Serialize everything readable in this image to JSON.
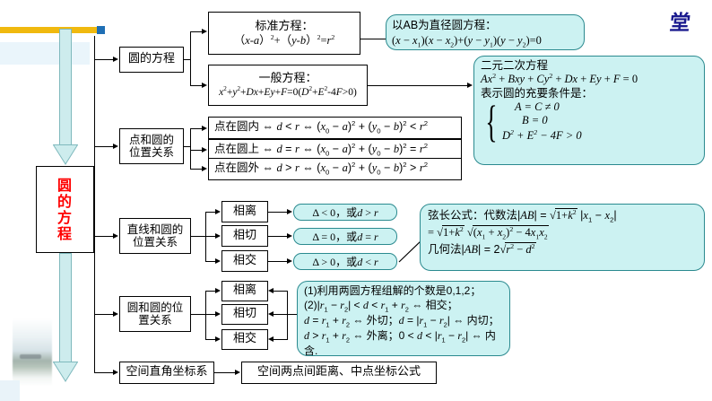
{
  "watermark": "堂",
  "root": {
    "label_lines": [
      "圆",
      "的",
      "方",
      "程"
    ],
    "label": "圆的方程"
  },
  "branches": [
    {
      "id": "circle-equation",
      "label": "圆的方程"
    },
    {
      "id": "point-circle",
      "label_line1": "点和圆的",
      "label_line2": "位置关系",
      "label": "点和圆的位置关系"
    },
    {
      "id": "line-circle",
      "label_line1": "直线和圆的",
      "label_line2": "位置关系",
      "label": "直线和圆的位置关系"
    },
    {
      "id": "circle-circle",
      "label_line1": "圆和圆的位",
      "label_line2": "置关系",
      "label": "圆和圆的位置关系"
    },
    {
      "id": "space-coord",
      "label": "空间直角坐标系"
    }
  ],
  "equations": {
    "standard": {
      "title": "标准方程：",
      "body": "（x-a）²+（y-b）²=r²"
    },
    "general": {
      "title": "一般方程：",
      "body": "x²+y²+Dx+Ey+F=0(D²+E²-4F>0)"
    },
    "diameter": {
      "title": "以AB为直径圆方程：",
      "body": "(x−x₁)(x−x₂)+(y−y₁)(y−y₂)=0"
    },
    "quadratic": {
      "title": "二元二次方程",
      "equation": "Ax²+Bxy+Cy²+Dx+Ey+F=0",
      "condition_label": "表示圆的充要条件是：",
      "conditions": [
        "A = C ≠ 0",
        "B = 0",
        "D²+E²−4F>0"
      ]
    }
  },
  "point_circle_relations": [
    "点在圆内 ⇔ d<r ⇔ (x₀−a)²+(y₀−b)²<r²",
    "点在圆上 ⇔ d=r ⇔ (x₀−a)²+(y₀−b)²=r²",
    "点在圆外 ⇔ d>r ⇔ (x₀−a)²+(y₀−b)²>r²"
  ],
  "line_circle": {
    "cases": [
      "相离",
      "相切",
      "相交"
    ],
    "conditions": [
      "Δ<0，或d>r",
      "Δ=0，或d=r",
      "Δ>0，或d<r"
    ]
  },
  "chord_formula": {
    "line1": "弦长公式：代数法|AB|=√(1+k²)|x₁−x₂|",
    "line2": "=√(1+k²) √((x₁+x₂)²−4x₁x₂)",
    "line3": "几何法|AB|=2√(r²−d²)"
  },
  "circle_circle": {
    "cases": [
      "相离",
      "相切",
      "相交"
    ],
    "notes": [
      "(1)利用两圆方程组解的个数是0,1,2；",
      "(2)|r₁−r₂|<d<r₁+r₂ ⇔ 相交；",
      "d=r₁+r₂ ⇔ 外切；d=|r₁−r₂| ⇔ 内切；",
      "d>r₁+r₂ ⇔ 外离；0<d<|r₁−r₂| ⇔ 内含."
    ]
  },
  "space_coord": {
    "source": "空间直角坐标系",
    "target": "空间两点间距离、中点坐标公式"
  },
  "colors": {
    "root_text": "#ff0000",
    "callout_fill": "#ccf2f2",
    "callout_border": "#2b8a8f",
    "arrow_fill": "#cdeced",
    "gold": "#f0b90f",
    "watermark": "#1b1b8f"
  }
}
